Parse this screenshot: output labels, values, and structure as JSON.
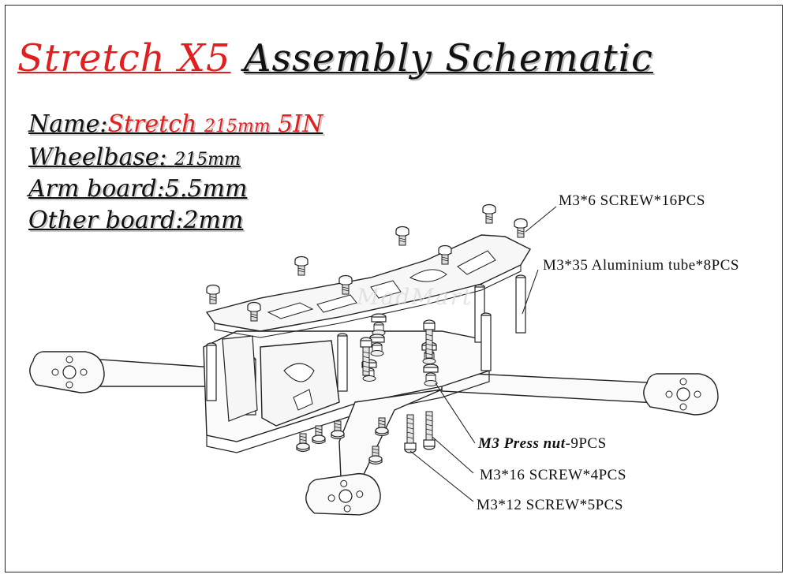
{
  "title": {
    "product": "Stretch  X5",
    "rest": "Assembly Schematic"
  },
  "specs": {
    "name_label": "Name:",
    "name_value": "Stretch",
    "name_size": "215mm",
    "name_size_in": "5IN",
    "wheelbase_label": "Wheelbase:",
    "wheelbase_value": "215mm",
    "arm_board": "Arm board:5.5mm",
    "other_board": "Other  board:2mm"
  },
  "callouts": {
    "screw6": "M3*6  SCREW*16PCS",
    "tube35": "M3*35  Aluminium  tube*8PCS",
    "press_nut_a": "M3  Press  nut",
    "press_nut_b": "-9PCS",
    "screw16": "M3*16  SCREW*4PCS",
    "screw12": "M3*12  SCREW*5PCS"
  },
  "watermark": "MadMart",
  "colors": {
    "accent": "#e02020",
    "line": "#222222",
    "part_fill": "#f4f4f4"
  }
}
